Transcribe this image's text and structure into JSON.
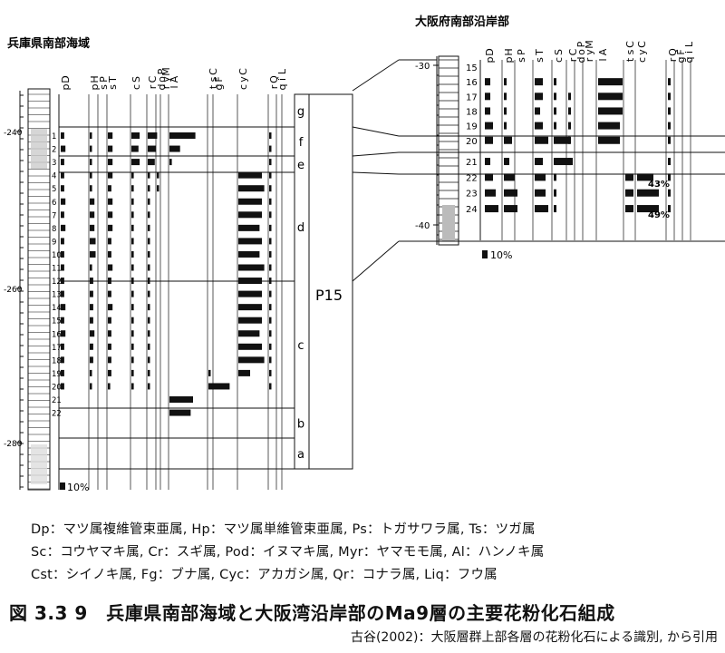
{
  "chart_data": [
    {
      "type": "bar",
      "title": "兵庫県南部海域",
      "taxa": [
        "Dp",
        "Hp",
        "Ps",
        "Ts",
        "Sc",
        "Cr",
        "Pod",
        "Myr",
        "Al",
        "Cst",
        "Fg",
        "Cyc",
        "Qr",
        "Liq"
      ],
      "depth_ticks": [
        "-240",
        "-260",
        "-280"
      ],
      "scale_label": "10%",
      "zones": [
        {
          "label": "g",
          "samples": []
        },
        {
          "label": "f",
          "samples": [
            "1",
            "2"
          ]
        },
        {
          "label": "e",
          "samples": [
            "3"
          ]
        },
        {
          "label": "d",
          "samples": [
            "4",
            "5",
            "6",
            "7",
            "8",
            "9",
            "10"
          ]
        },
        {
          "label": "c",
          "samples": [
            "11",
            "12",
            "13",
            "14",
            "15",
            "16",
            "17",
            "18"
          ]
        },
        {
          "label": "b",
          "samples": [
            "19",
            "20"
          ]
        },
        {
          "label": "a",
          "samples": [
            "21",
            "22"
          ]
        }
      ],
      "samples": [
        "1",
        "2",
        "3",
        "4",
        "5",
        "6",
        "7",
        "8",
        "9",
        "10",
        "11",
        "12",
        "13",
        "14",
        "15",
        "16",
        "17",
        "18",
        "19",
        "20",
        "21",
        "22"
      ],
      "series": [
        {
          "name": "Dp",
          "values": [
            3,
            4,
            3,
            3,
            3,
            4,
            3,
            4,
            3,
            3,
            3,
            3,
            3,
            4,
            3,
            4,
            3,
            3,
            3,
            3,
            0,
            0
          ]
        },
        {
          "name": "Hp",
          "values": [
            1,
            1,
            1,
            2,
            2,
            4,
            4,
            4,
            5,
            5,
            2,
            3,
            3,
            3,
            3,
            4,
            3,
            3,
            1,
            1,
            0,
            0
          ]
        },
        {
          "name": "Ps",
          "values": [
            0,
            0,
            0,
            0,
            0,
            0,
            0,
            0,
            0,
            0,
            0,
            0,
            0,
            0,
            0,
            0,
            0,
            0,
            0,
            0,
            0,
            0
          ]
        },
        {
          "name": "Ts",
          "values": [
            4,
            4,
            4,
            4,
            3,
            4,
            4,
            4,
            3,
            3,
            4,
            3,
            3,
            4,
            3,
            3,
            3,
            3,
            3,
            2,
            0,
            0
          ]
        },
        {
          "name": "Sc",
          "values": [
            7,
            6,
            7,
            2,
            2,
            2,
            2,
            2,
            2,
            2,
            2,
            2,
            2,
            2,
            2,
            2,
            2,
            2,
            2,
            2,
            0,
            0
          ]
        },
        {
          "name": "Cr",
          "values": [
            8,
            7,
            6,
            1,
            1,
            1,
            1,
            1,
            1,
            1,
            1,
            1,
            1,
            1,
            1,
            1,
            1,
            1,
            1,
            1,
            0,
            0
          ]
        },
        {
          "name": "Pod",
          "values": [
            0,
            0,
            0,
            1,
            1,
            0,
            0,
            0,
            0,
            0,
            0,
            0,
            0,
            0,
            0,
            0,
            0,
            0,
            0,
            0,
            0,
            0
          ]
        },
        {
          "name": "Myr",
          "values": [
            0,
            0,
            0,
            0,
            0,
            0,
            0,
            0,
            0,
            0,
            0,
            0,
            0,
            0,
            0,
            0,
            0,
            0,
            0,
            0,
            0,
            0
          ]
        },
        {
          "name": "Al",
          "values": [
            22,
            9,
            2,
            0,
            0,
            0,
            0,
            0,
            0,
            0,
            0,
            0,
            0,
            0,
            0,
            0,
            0,
            0,
            0,
            0,
            20,
            18
          ]
        },
        {
          "name": "Cst",
          "values": [
            0,
            0,
            0,
            0,
            0,
            0,
            0,
            0,
            0,
            0,
            0,
            0,
            0,
            0,
            0,
            0,
            0,
            0,
            1,
            18,
            0,
            0
          ]
        },
        {
          "name": "Fg",
          "values": [
            0,
            0,
            0,
            0,
            0,
            0,
            0,
            0,
            0,
            0,
            0,
            0,
            0,
            0,
            0,
            0,
            0,
            0,
            0,
            0,
            0,
            0
          ]
        },
        {
          "name": "Cyc",
          "values": [
            0,
            0,
            0,
            20,
            22,
            20,
            20,
            18,
            20,
            18,
            22,
            20,
            20,
            20,
            20,
            18,
            20,
            22,
            10,
            0,
            0,
            0
          ]
        },
        {
          "name": "Qr",
          "values": [
            1,
            1,
            1,
            1,
            1,
            1,
            1,
            1,
            1,
            1,
            1,
            1,
            1,
            1,
            1,
            1,
            1,
            1,
            1,
            1,
            0,
            0
          ]
        },
        {
          "name": "Liq",
          "values": [
            0,
            0,
            0,
            0,
            0,
            0,
            0,
            0,
            0,
            0,
            0,
            0,
            0,
            0,
            0,
            0,
            0,
            0,
            0,
            0,
            0,
            0
          ]
        }
      ]
    },
    {
      "type": "bar",
      "title": "大阪府南部沿岸部",
      "taxa": [
        "Dp",
        "Hp",
        "Ps",
        "Ts",
        "Sc",
        "Cr",
        "Pod",
        "Myr",
        "Al",
        "Cst",
        "Cyc",
        "Qr",
        "Fg",
        "Liq"
      ],
      "depth_ticks": [
        "-30",
        "-40"
      ],
      "scale_label": "10%",
      "samples": [
        "15",
        "16",
        "17",
        "18",
        "19",
        "20",
        "21",
        "22",
        "23",
        "24"
      ],
      "annotations": [
        "43%",
        "49%"
      ],
      "series": [
        {
          "name": "Dp",
          "values": [
            0,
            2,
            2,
            2,
            3,
            3,
            2,
            3,
            4,
            5
          ]
        },
        {
          "name": "Hp",
          "values": [
            0,
            1,
            1,
            1,
            1,
            3,
            2,
            4,
            5,
            5
          ]
        },
        {
          "name": "Ps",
          "values": [
            0,
            0,
            0,
            0,
            0,
            0,
            0,
            0,
            0,
            0
          ]
        },
        {
          "name": "Ts",
          "values": [
            0,
            3,
            3,
            2,
            3,
            5,
            3,
            4,
            4,
            5
          ]
        },
        {
          "name": "Sc",
          "values": [
            0,
            1,
            1,
            1,
            1,
            6,
            7,
            1,
            1,
            1
          ]
        },
        {
          "name": "Cr",
          "values": [
            0,
            0,
            1,
            1,
            1,
            1,
            1,
            0,
            0,
            0
          ]
        },
        {
          "name": "Pod",
          "values": [
            0,
            0,
            0,
            0,
            0,
            0,
            0,
            0,
            0,
            0
          ]
        },
        {
          "name": "Myr",
          "values": [
            0,
            0,
            0,
            0,
            0,
            0,
            0,
            0,
            0,
            0
          ]
        },
        {
          "name": "Al",
          "values": [
            0,
            9,
            9,
            9,
            8,
            8,
            0,
            0,
            0,
            0
          ]
        },
        {
          "name": "Cst",
          "values": [
            0,
            0,
            0,
            0,
            0,
            0,
            0,
            3,
            3,
            3
          ]
        },
        {
          "name": "Cyc",
          "values": [
            0,
            0,
            0,
            0,
            0,
            0,
            0,
            6,
            8,
            8
          ]
        },
        {
          "name": "Qr",
          "values": [
            0,
            1,
            1,
            1,
            1,
            1,
            1,
            1,
            1,
            1
          ]
        },
        {
          "name": "Fg",
          "values": [
            0,
            0,
            0,
            0,
            0,
            0,
            0,
            0,
            0,
            0
          ]
        },
        {
          "name": "Liq",
          "values": [
            0,
            0,
            0,
            0,
            0,
            0,
            0,
            0,
            0,
            0
          ]
        }
      ]
    }
  ],
  "correlation_label": "P15",
  "legend_lines": [
    "Dp：マツ属複維管束亜属, Hp：マツ属単維管束亜属, Ps：トガサワラ属, Ts：ツガ属",
    "Sc：コウヤマキ属, Cr：スギ属, Pod：イヌマキ属, Myr：ヤマモモ属, Al：ハンノキ属",
    "Cst：シイノキ属, Fg：ブナ属, Cyc：アカガシ属, Qr：コナラ属, Liq：フウ属"
  ],
  "caption": "図 3.3 9　兵庫県南部海域と大阪湾沿岸部のMa9層の主要花粉化石組成",
  "source": "古谷(2002)：大阪層群上部各層の花粉化石による識別, から引用"
}
